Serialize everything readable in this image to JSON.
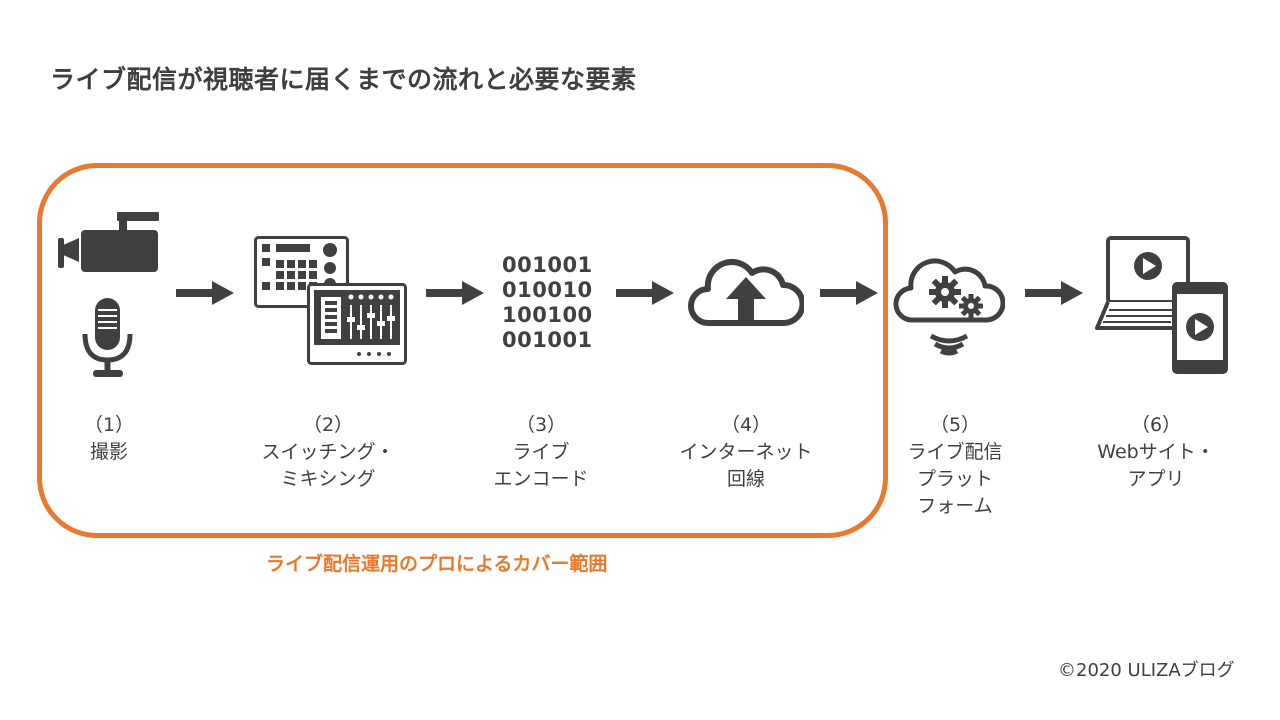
{
  "title": "ライブ配信が視聴者に届くまでの流れと必要な要素",
  "cover_caption": "ライブ配信運用のプロによるカバー範囲",
  "copyright": "©2020 ULIZAブログ",
  "steps": [
    {
      "num": "（1）",
      "lines": [
        "撮影"
      ],
      "icons": [
        "video-camera-icon",
        "microphone-icon"
      ]
    },
    {
      "num": "（2）",
      "lines": [
        "スイッチング・",
        "ミキシング"
      ],
      "icons": [
        "video-switcher-icon",
        "audio-mixer-icon"
      ]
    },
    {
      "num": "（3）",
      "lines": [
        "ライブ",
        "エンコード"
      ],
      "binary": [
        "001001",
        "010010",
        "100100",
        "001001"
      ]
    },
    {
      "num": "（4）",
      "lines": [
        "インターネット",
        "回線"
      ],
      "icons": [
        "cloud-upload-icon"
      ]
    },
    {
      "num": "（5）",
      "lines": [
        "ライブ配信",
        "プラット",
        "フォーム"
      ],
      "icons": [
        "cloud-gears-icon"
      ]
    },
    {
      "num": "（6）",
      "lines": [
        "Webサイト・",
        "アプリ"
      ],
      "icons": [
        "laptop-play-icon",
        "smartphone-play-icon"
      ]
    }
  ],
  "colors": {
    "accent": "#e8792e",
    "icon": "#404040",
    "text": "#404040"
  }
}
